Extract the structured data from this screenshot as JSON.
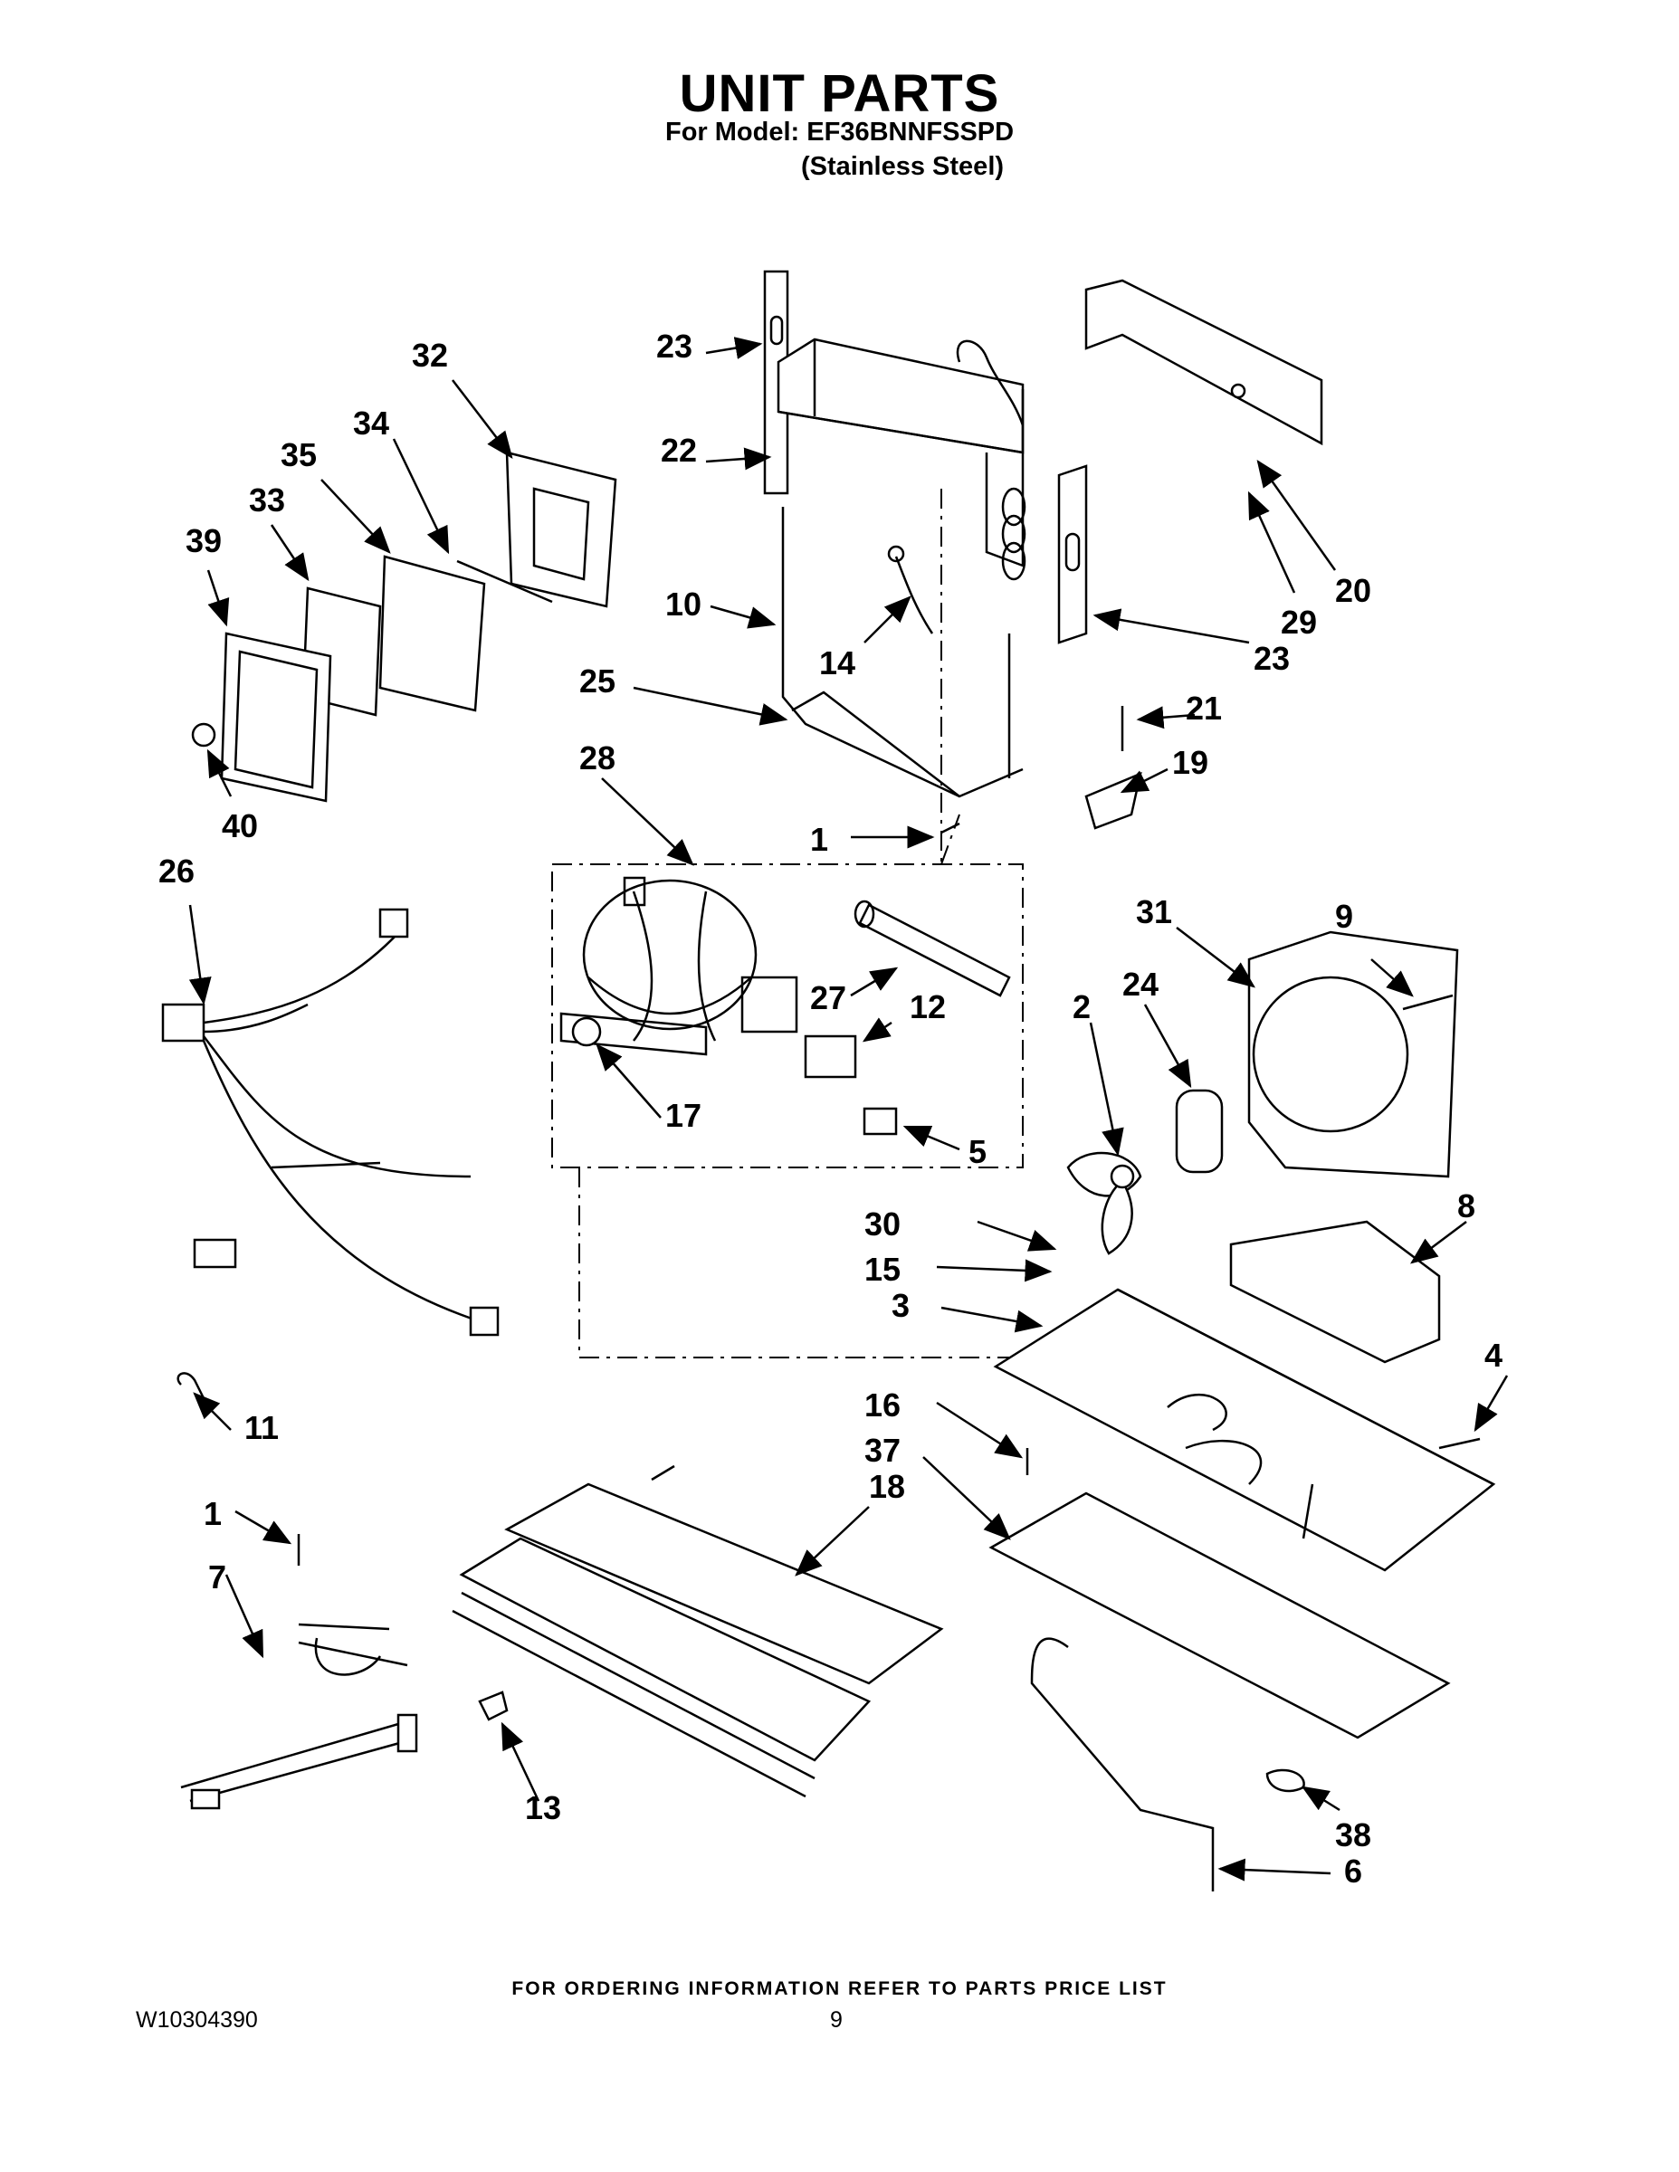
{
  "header": {
    "title": "UNIT PARTS",
    "model_line": "For Model: EF36BNNFSSPD",
    "finish_line": "(Stainless Steel)"
  },
  "footer": {
    "ordering_note": "FOR ORDERING INFORMATION REFER TO PARTS PRICE LIST",
    "document_number": "W10304390",
    "page_number": "9"
  },
  "callouts": [
    "1",
    "1",
    "2",
    "3",
    "4",
    "5",
    "6",
    "7",
    "8",
    "9",
    "10",
    "11",
    "12",
    "13",
    "14",
    "15",
    "16",
    "17",
    "18",
    "19",
    "20",
    "21",
    "22",
    "23",
    "23",
    "24",
    "25",
    "26",
    "27",
    "28",
    "29",
    "30",
    "31",
    "32",
    "33",
    "34",
    "35",
    "37",
    "38",
    "39",
    "40"
  ]
}
